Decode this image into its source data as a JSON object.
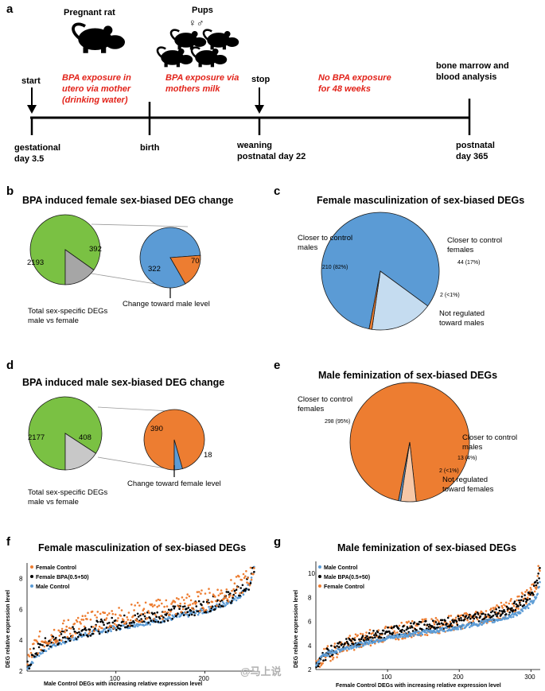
{
  "panel_labels": {
    "a": "a",
    "b": "b",
    "c": "c",
    "d": "d",
    "e": "e",
    "f": "f",
    "g": "g"
  },
  "timeline": {
    "pregnant_rat": "Pregnant rat",
    "pups": "Pups",
    "pups_symbols": "♀♂",
    "start": "start",
    "stop": "stop",
    "gestational_1": "gestational",
    "gestational_2": "day 3.5",
    "birth": "birth",
    "weaning_1": "weaning",
    "weaning_2": "postnatal day 22",
    "postnatal_1": "postnatal",
    "postnatal_2": "day 365",
    "analysis_1": "bone marrow and",
    "analysis_2": "blood analysis",
    "exposure1_1": "BPA exposure in",
    "exposure1_2": "utero via mother",
    "exposure1_3": "(drinking water)",
    "exposure2_1": "BPA exposure via",
    "exposure2_2": "mothers milk",
    "exposure3_1": "No BPA exposure",
    "exposure3_2": "for 48 weeks"
  },
  "panel_b": {
    "title": "BPA induced female sex-biased DEG change",
    "big_main": "2193",
    "big_slice": "392",
    "small_main": "322",
    "small_slice": "70",
    "note_1": "Total sex-specific DEGs",
    "note_2": "male vs female",
    "change": "Change toward male level"
  },
  "panel_c": {
    "title": "Female masculinization of sex-biased DEGs",
    "label_a1": "Closer to control",
    "label_a2": "males",
    "value_a": "210 (82%)",
    "label_b1": "Closer to control",
    "label_b2": "females",
    "value_b": "44 (17%)",
    "value_c": "2 (<1%)",
    "label_c1": "Not regulated",
    "label_c2": "toward males"
  },
  "panel_d": {
    "title": "BPA induced male sex-biased DEG change",
    "big_main": "2177",
    "big_slice": "408",
    "small_main": "390",
    "small_slice": "18",
    "note_1": "Total sex-specific DEGs",
    "note_2": "male vs female",
    "change": "Change toward female level"
  },
  "panel_e": {
    "title": "Male feminization of sex-biased DEGs",
    "label_a1": "Closer to control",
    "label_a2": "females",
    "value_a": "298 (95%)",
    "label_b1": "Closer to control",
    "label_b2": "males",
    "value_b": "13 (4%)",
    "value_c": "2 (<1%)",
    "label_c1": "Not regulated",
    "label_c2": "toward females"
  },
  "panel_f": {
    "title": "Female masculinization of sex-biased DEGs",
    "ylabel": "DEG relative expression level",
    "xlabel": "Male Control DEGs with increasing relative expression level",
    "legend": [
      "Female Control",
      "Female BPA(0.5+50)",
      "Male Control"
    ]
  },
  "panel_g": {
    "title": "Male feminization of sex-biased DEGs",
    "ylabel": "DEG relative expression level",
    "xlabel": "Female Control DEGs with increasing relative expression level",
    "legend": [
      "Male Control",
      "Male BPA(0.5+50)",
      "Female Control"
    ]
  },
  "watermark": "@马上说",
  "colors": {
    "green": "#7ac143",
    "gray": "#a6a6a6",
    "blue": "#5b9bd5",
    "orange": "#ed7d31",
    "lightblue": "#c5dcf0",
    "peach": "#f7c7a6",
    "black": "#000000",
    "red": "#e2231a"
  },
  "chart_data": [
    {
      "type": "pie",
      "panel": "b-left",
      "slices": [
        {
          "label": "",
          "value": 2193,
          "color": "#7ac143"
        },
        {
          "label": "",
          "value": 392,
          "color": "#a6a6a6"
        }
      ]
    },
    {
      "type": "pie",
      "panel": "b-right",
      "slices": [
        {
          "label": "",
          "value": 322,
          "color": "#5b9bd5"
        },
        {
          "label": "",
          "value": 70,
          "color": "#ed7d31"
        }
      ]
    },
    {
      "type": "pie",
      "panel": "c",
      "title": "Female masculinization of sex-biased DEGs",
      "slices": [
        {
          "label": "Closer to control males",
          "value": 210,
          "percent": 82,
          "color": "#5b9bd5"
        },
        {
          "label": "Closer to control females",
          "value": 44,
          "percent": 17,
          "color": "#c5dcf0"
        },
        {
          "label": "Not regulated toward males",
          "value": 2,
          "percent": 1,
          "color": "#ed7d31"
        }
      ]
    },
    {
      "type": "pie",
      "panel": "d-left",
      "slices": [
        {
          "label": "",
          "value": 2177,
          "color": "#7ac143"
        },
        {
          "label": "",
          "value": 408,
          "color": "#c8c8c8"
        }
      ]
    },
    {
      "type": "pie",
      "panel": "d-right",
      "slices": [
        {
          "label": "",
          "value": 390,
          "color": "#ed7d31"
        },
        {
          "label": "",
          "value": 18,
          "color": "#5b9bd5"
        }
      ]
    },
    {
      "type": "pie",
      "panel": "e",
      "title": "Male feminization of sex-biased DEGs",
      "slices": [
        {
          "label": "Closer to control females",
          "value": 298,
          "percent": 95,
          "color": "#ed7d31"
        },
        {
          "label": "Closer to control males",
          "value": 13,
          "percent": 4,
          "color": "#f7c7a6"
        },
        {
          "label": "Not regulated toward females",
          "value": 2,
          "percent": 1,
          "color": "#5b9bd5"
        }
      ]
    },
    {
      "type": "scatter",
      "panel": "f",
      "title": "Female masculinization of sex-biased DEGs",
      "xlabel": "Male Control DEGs with increasing relative expression level",
      "ylabel": "DEG relative expression level",
      "xlim": [
        0,
        256
      ],
      "ylim": [
        2,
        9
      ],
      "xticks": [
        100,
        200
      ],
      "yticks": [
        2,
        4,
        6,
        8
      ],
      "grid": false,
      "legend_position": "top-left",
      "series": [
        {
          "name": "Male Control",
          "color": "#5b9bd5",
          "x": [
            0,
            10,
            25,
            50,
            75,
            100,
            128,
            150,
            175,
            200,
            220,
            235,
            245,
            252,
            256
          ],
          "y": [
            2.1,
            3.0,
            3.6,
            4.1,
            4.5,
            4.8,
            5.1,
            5.3,
            5.6,
            5.9,
            6.3,
            6.7,
            7.2,
            7.8,
            8.7
          ]
        },
        {
          "name": "Female BPA(0.5+50)",
          "color": "#000000",
          "x": [
            0,
            10,
            25,
            50,
            75,
            100,
            128,
            150,
            175,
            200,
            220,
            235,
            245,
            252,
            256
          ],
          "y": [
            2.3,
            3.3,
            3.9,
            4.4,
            4.8,
            5.1,
            5.4,
            5.6,
            5.9,
            6.2,
            6.6,
            7.0,
            7.4,
            7.9,
            8.8
          ]
        },
        {
          "name": "Female Control",
          "color": "#ed7d31",
          "x": [
            0,
            10,
            25,
            50,
            75,
            100,
            128,
            150,
            175,
            200,
            220,
            235,
            245,
            252,
            256
          ],
          "y": [
            2.6,
            3.7,
            4.3,
            4.8,
            5.2,
            5.5,
            5.8,
            6.0,
            6.3,
            6.6,
            7.0,
            7.4,
            7.8,
            8.2,
            9.0
          ]
        }
      ]
    },
    {
      "type": "scatter",
      "panel": "g",
      "title": "Male feminization of sex-biased DEGs",
      "xlabel": "Female Control DEGs with increasing relative expression level",
      "ylabel": "DEG relative expression level",
      "xlim": [
        0,
        313
      ],
      "ylim": [
        2,
        11
      ],
      "xticks": [
        100,
        200,
        300
      ],
      "yticks": [
        2,
        4,
        6,
        8,
        10
      ],
      "grid": false,
      "legend_position": "top-left",
      "series": [
        {
          "name": "Female Control",
          "color": "#ed7d31",
          "x": [
            0,
            10,
            25,
            50,
            75,
            100,
            150,
            200,
            250,
            270,
            285,
            295,
            303,
            309,
            313
          ],
          "y": [
            2.0,
            3.0,
            3.6,
            4.2,
            4.6,
            5.0,
            5.5,
            6.0,
            6.7,
            7.1,
            7.6,
            8.1,
            8.8,
            9.5,
            10.8
          ]
        },
        {
          "name": "Male BPA(0.5+50)",
          "color": "#000000",
          "x": [
            0,
            10,
            25,
            50,
            75,
            100,
            150,
            200,
            250,
            270,
            285,
            295,
            303,
            309,
            313
          ],
          "y": [
            2.1,
            3.1,
            3.7,
            4.3,
            4.7,
            5.1,
            5.6,
            6.0,
            6.6,
            7.0,
            7.5,
            8.0,
            8.6,
            9.3,
            10.4
          ]
        },
        {
          "name": "Male Control",
          "color": "#5b9bd5",
          "x": [
            0,
            10,
            25,
            50,
            75,
            100,
            150,
            200,
            250,
            270,
            285,
            295,
            303,
            309,
            313
          ],
          "y": [
            2.3,
            3.2,
            3.5,
            3.9,
            4.3,
            4.6,
            5.1,
            5.5,
            6.1,
            6.4,
            6.8,
            7.2,
            7.7,
            8.3,
            9.3
          ]
        }
      ]
    }
  ]
}
